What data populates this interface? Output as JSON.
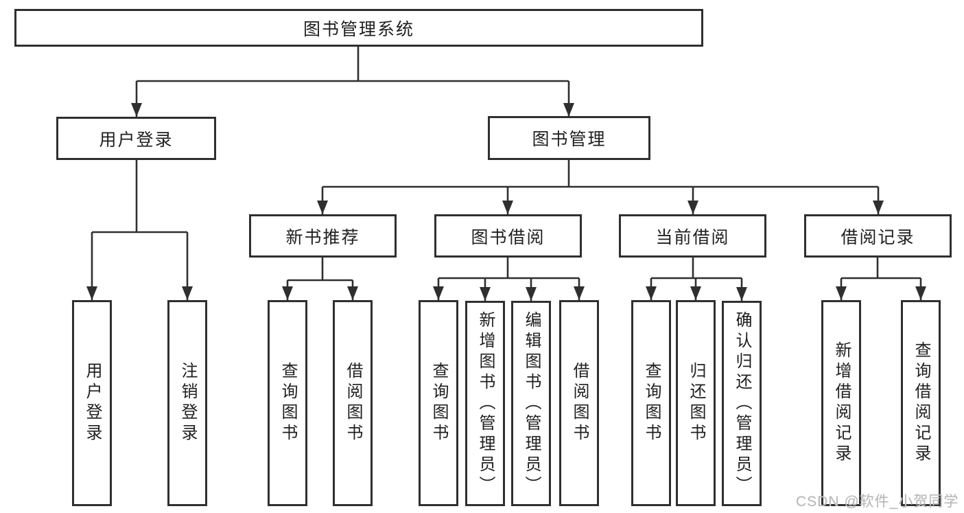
{
  "tree": {
    "root": {
      "label": "图书管理系统"
    },
    "branches": [
      {
        "label": "用户登录",
        "children": [
          {
            "label": "用户登录"
          },
          {
            "label": "注销登录"
          }
        ]
      },
      {
        "label": "图书管理",
        "children": [
          {
            "label": "新书推荐",
            "children": [
              {
                "label": "查询图书"
              },
              {
                "label": "借阅图书"
              }
            ]
          },
          {
            "label": "图书借阅",
            "children": [
              {
                "label": "查询图书"
              },
              {
                "label": "新增图书（管理员）"
              },
              {
                "label": "编辑图书（管理员）"
              },
              {
                "label": "借阅图书"
              }
            ]
          },
          {
            "label": "当前借阅",
            "children": [
              {
                "label": "查询图书"
              },
              {
                "label": "归还图书"
              },
              {
                "label": "确认归还（管理员）"
              }
            ]
          },
          {
            "label": "借阅记录",
            "children": [
              {
                "label": "新增借阅记录"
              },
              {
                "label": "查询借阅记录"
              }
            ]
          }
        ]
      }
    ]
  },
  "watermark": {
    "text": "CSDN @软件_小贺同学"
  },
  "colors": {
    "line": "#2f2f2f",
    "box_border": "#2f2f2f",
    "text": "#1f1f1f",
    "watermark": "#b9b9b9",
    "background": "#ffffff"
  }
}
